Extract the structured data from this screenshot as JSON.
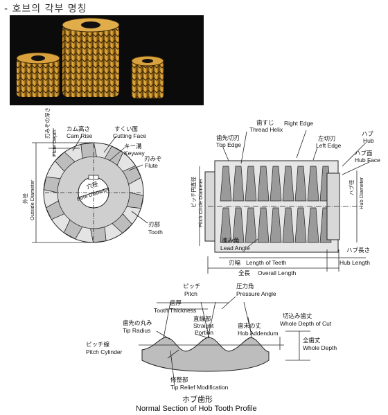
{
  "heading": "- 호브의 각부 명칭",
  "gear": {
    "flute_depth": [
      "刃みぞの深さ",
      "Flute Depth"
    ],
    "cam_rise": [
      "カム高さ",
      "Cam Rise"
    ],
    "cutting_face": [
      "すくい面",
      "Cutting Face"
    ],
    "keyway": [
      "キー溝",
      "Keyway"
    ],
    "flute": [
      "刃みぞ",
      "Flute"
    ],
    "bore": [
      "穴径",
      "Bore Diameter"
    ],
    "outside": [
      "外径",
      "Outside Diameter"
    ],
    "tooth": [
      "刃部",
      "Tooth"
    ]
  },
  "hob": {
    "thread_helix": [
      "歯すじ",
      "Thread Helix"
    ],
    "right_edge": [
      "",
      "Right Edge"
    ],
    "top_edge": [
      "歯先切刃",
      "Top Edge"
    ],
    "left_edge": [
      "左切刃",
      "Left Edge"
    ],
    "hub": [
      "ハブ",
      "Hub"
    ],
    "hub_face": [
      "ハブ面",
      "Hub Face"
    ],
    "pitch_circle": [
      "ピッチ円直径",
      "Pitch Circle Diameter"
    ],
    "hub_diameter": [
      "ハブ径",
      "Hub Diameter"
    ],
    "lead_angle": [
      "進み角",
      "Lead Angle"
    ],
    "length_teeth": [
      "刃幅",
      "Length of Teeth"
    ],
    "hub_length": [
      "ハブ長さ",
      "Hub Length"
    ],
    "overall_length": [
      "全長",
      "Overall Length"
    ]
  },
  "profile": {
    "pitch": [
      "ピッチ",
      "Pitch"
    ],
    "pressure_angle": [
      "圧力角",
      "Pressure Angle"
    ],
    "tooth_thickness": [
      "歯厚",
      "Tooth Thickness"
    ],
    "cut_depth": [
      "切込み歯丈",
      "Whole Depth of Cut"
    ],
    "tip_radius": [
      "歯先の丸み",
      "Tip Radius"
    ],
    "straight": [
      "直線部",
      "Straight",
      "Portion"
    ],
    "addendum": [
      "歯末の丈",
      "Hob Addendum"
    ],
    "whole_depth": [
      "全歯丈",
      "Whole Depth"
    ],
    "pitch_cyl": [
      "ピッチ線",
      "Pitch Cylinder"
    ],
    "tip_relief": [
      "修整部",
      "Tip Relief Modification"
    ],
    "title_jp": "ホブ歯形",
    "title_en": "Normal Section of Hob Tooth Profile"
  }
}
